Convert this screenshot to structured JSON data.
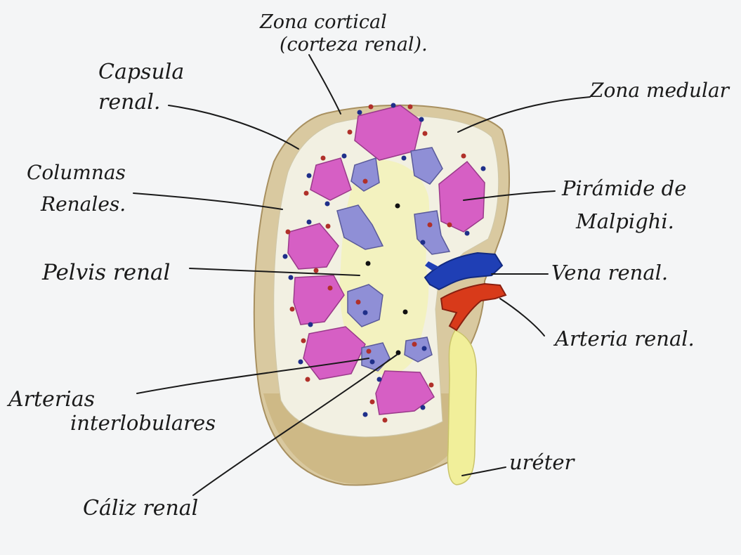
{
  "labels": {
    "zona_cortical_1": "Zona cortical",
    "zona_cortical_2": "(corteza renal).",
    "capsula_1": "Capsula",
    "capsula_2": "renal.",
    "zona_medular": "Zona medular",
    "columnas_1": "Columnas",
    "columnas_2": "Renales.",
    "piramide_1": "Pirámide de",
    "piramide_2": "Malpighi.",
    "pelvis": "Pelvis renal",
    "vena": "Vena renal.",
    "arteria": "Arteria renal.",
    "arterias_1": "Arterias",
    "arterias_2": "interlobulares",
    "ureter": "uréter",
    "caliz": "Cáliz renal"
  },
  "colors": {
    "paper": "#f4f5f6",
    "capsule": "#d9c9a0",
    "capsule_dark": "#bfa96e",
    "cortex": "#f2f0e2",
    "pelvis": "#f3f2b8",
    "pyramid": "#d65fc4",
    "calyx": "#8f8fd6",
    "vein": "#1f3fb5",
    "artery": "#d83a1a",
    "ureter": "#f1ef9a",
    "leader": "#1a1a1a"
  }
}
